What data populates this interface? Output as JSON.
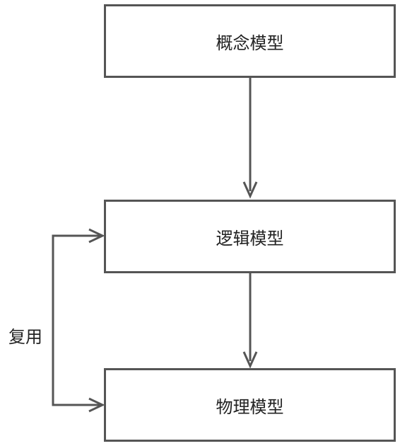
{
  "nodes": {
    "conceptual": "概念模型",
    "logical": "逻辑模型",
    "physical": "物理模型"
  },
  "edges": {
    "reuse_label": "复用"
  },
  "colors": {
    "stroke": "#555555",
    "text": "#222222",
    "background": "#ffffff"
  }
}
